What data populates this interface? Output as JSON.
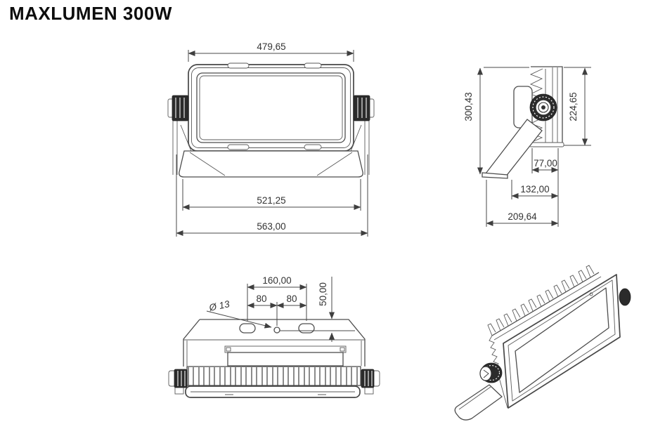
{
  "title": "MAXLUMEN 300W",
  "colors": {
    "line": "#4d4d4d",
    "dimension_text": "#333333",
    "dark_fill": "#2b2b2b",
    "background": "#ffffff"
  },
  "views": {
    "front": {
      "dim_top_width": "479,65",
      "dim_mid_width": "521,25",
      "dim_bottom_width": "563,00"
    },
    "side": {
      "dim_total_height": "300,43",
      "dim_body_height": "224,65",
      "dim_body_depth": "77,00",
      "dim_bracket_depth": "132,00",
      "dim_total_depth": "209,64"
    },
    "top": {
      "dim_hole_span": "160,00",
      "dim_hole_left": "80",
      "dim_hole_right": "80",
      "dim_hole_offset": "50,00",
      "dim_hole_diameter": "Ø 13"
    }
  }
}
